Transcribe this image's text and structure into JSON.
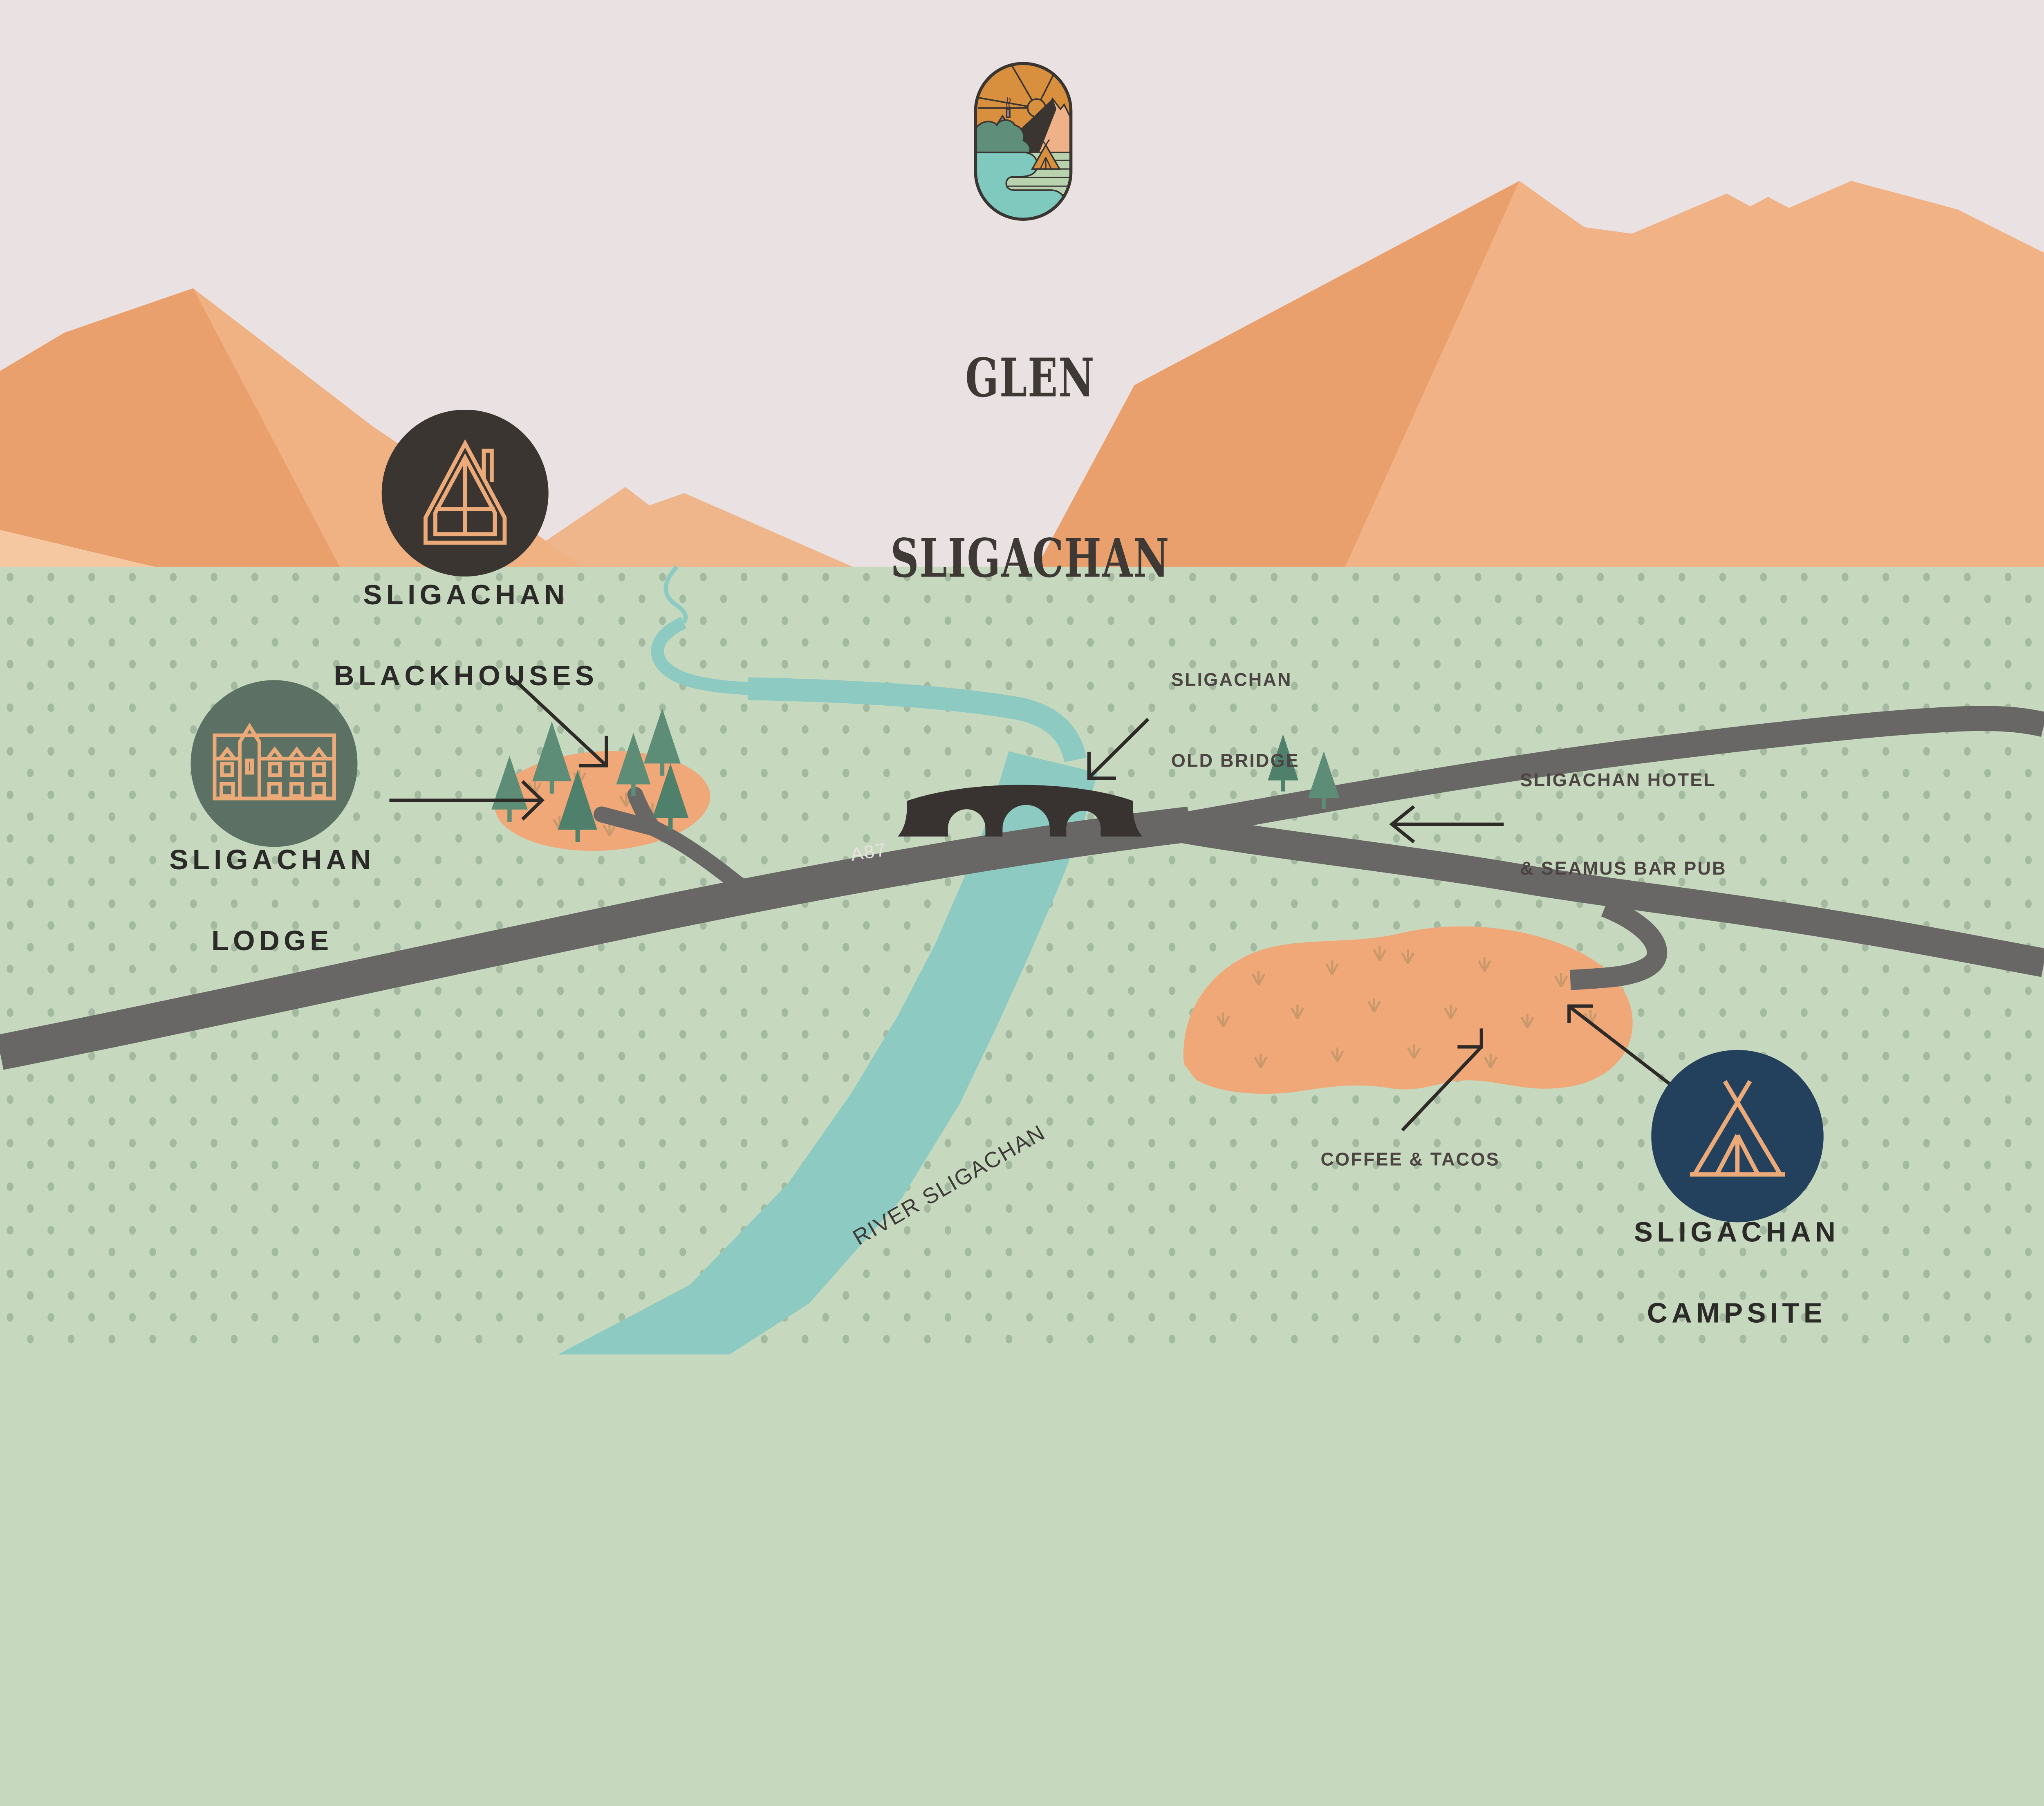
{
  "title": {
    "line1": "GLEN",
    "line2": "SLIGACHAN",
    "logo": "glen-sligachan-crest-logo"
  },
  "labels": {
    "blackhouses": {
      "line1": "SLIGACHAN",
      "line2": "BLACKHOUSES"
    },
    "lodge": {
      "line1": "SLIGACHAN",
      "line2": "LODGE"
    },
    "campsite": {
      "line1": "SLIGACHAN",
      "line2": "CAMPSITE"
    },
    "old_bridge": {
      "line1": "SLIGACHAN",
      "line2": "OLD BRIDGE"
    },
    "hotel": {
      "line1": "SLIGACHAN HOTEL",
      "line2": "& SEAMUS BAR PUB"
    },
    "coffee": "COFFEE & TACOS",
    "road": "A87",
    "river": "RIVER SLIGACHAN"
  },
  "icons": {
    "blackhouses": "a-frame-house-icon",
    "lodge": "lodge-building-icon",
    "campsite": "tent-icon",
    "logo": "mountain-sun-camp-scene-icon"
  },
  "colors": {
    "sky": "#e9e1e2",
    "mountain_light": "#f1b286",
    "mountain_dark": "#e9a06c",
    "mountain_faint": "#f5c8a2",
    "valley": "#c6d9bf",
    "dots": "#a3baa0",
    "river": "#8ccac2",
    "road": "#696766",
    "bridge": "#383330",
    "clearing_patch": "#f0a878",
    "tree": "#5d8c77",
    "tree_dark": "#4e806b",
    "marker_dark": "#3a3531",
    "marker_green": "#5c7163",
    "marker_navy": "#23405d",
    "icon_stroke": "#ecaa79",
    "label_text": "#2b2a28",
    "note_text": "#4b4442",
    "road_label_text": "#e9e2e1",
    "title_text": "#3e3935",
    "arrow": "#2e2a27"
  }
}
